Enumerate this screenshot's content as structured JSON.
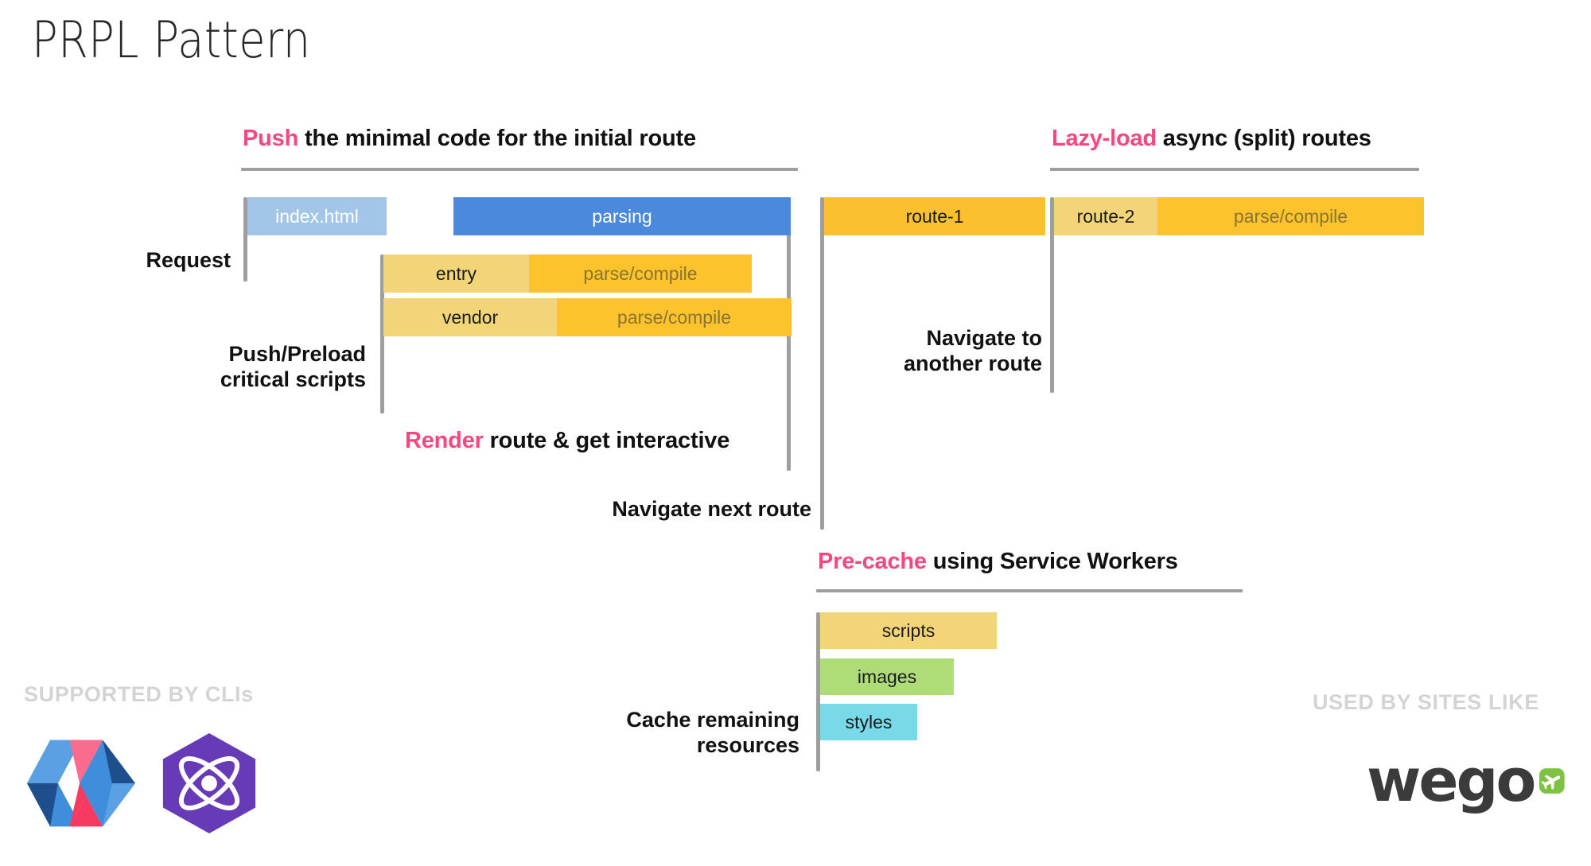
{
  "title": "PRPL Pattern",
  "accent_color": "#F6487F",
  "sections": {
    "push": {
      "accent_word": "Push",
      "rest": " the minimal code for the initial route",
      "bars": [
        {
          "name": "index-html-bar",
          "segments": [
            {
              "label": "index.html",
              "color": "#A3C6E8"
            }
          ]
        },
        {
          "name": "parsing-bar",
          "segments": [
            {
              "label": "parsing",
              "color": "#4A89DC"
            }
          ]
        },
        {
          "name": "entry-bar",
          "segments": [
            {
              "label": "entry",
              "color": "#F2D579"
            },
            {
              "label": "parse/compile",
              "color": "#FCC32C"
            }
          ]
        },
        {
          "name": "vendor-bar",
          "segments": [
            {
              "label": "vendor",
              "color": "#F2D579"
            },
            {
              "label": "parse/compile",
              "color": "#FCC32C"
            }
          ]
        }
      ],
      "labels": {
        "request": "Request",
        "push_preload": "Push/Preload\ncritical scripts"
      }
    },
    "render": {
      "accent_word": "Render",
      "rest": " route & get interactive",
      "navigate_next": "Navigate next route"
    },
    "lazy_load": {
      "accent_word": "Lazy-load",
      "rest": " async (split) routes",
      "bars": [
        {
          "name": "route-1-bar",
          "segments": [
            {
              "label": "route-1",
              "color": "#FCC32C"
            }
          ]
        },
        {
          "name": "route-2-bar",
          "segments": [
            {
              "label": "route-2",
              "color": "#F2D579"
            },
            {
              "label": "parse/compile",
              "color": "#FCC32C"
            }
          ]
        }
      ],
      "labels": {
        "navigate": "Navigate to\nanother route"
      }
    },
    "pre_cache": {
      "accent_word": "Pre-cache",
      "rest": " using Service Workers",
      "bars": [
        {
          "name": "scripts-bar",
          "segments": [
            {
              "label": "scripts",
              "color": "#F2D579"
            }
          ]
        },
        {
          "name": "images-bar",
          "segments": [
            {
              "label": "images",
              "color": "#AEDC79"
            }
          ]
        },
        {
          "name": "styles-bar",
          "segments": [
            {
              "label": "styles",
              "color": "#78D9E8"
            }
          ]
        }
      ],
      "labels": {
        "cache_remaining": "Cache remaining\nresources"
      }
    }
  },
  "footer": {
    "supported_by": "SUPPORTED BY CLIs",
    "used_by": "USED BY SITES LIKE",
    "logos": [
      {
        "name": "polymer-logo"
      },
      {
        "name": "preact-logo"
      },
      {
        "name": "wego-logo",
        "text": "wego"
      }
    ]
  }
}
